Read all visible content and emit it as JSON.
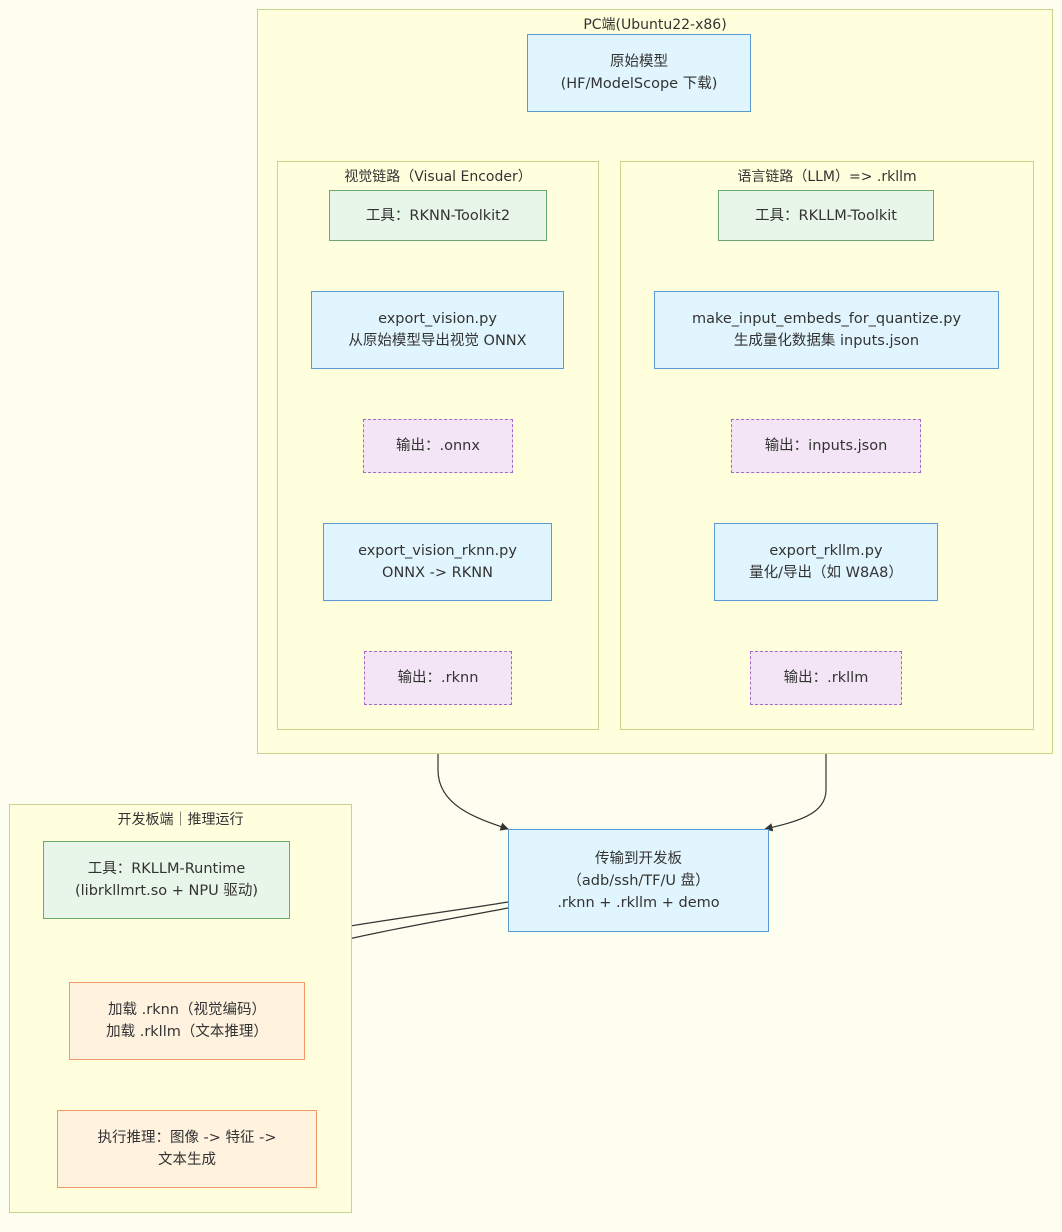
{
  "clusters": {
    "pc": {
      "title": "PC端(Ubuntu22-x86)"
    },
    "vision": {
      "title": "视觉链路（Visual Encoder）"
    },
    "llm": {
      "title": "语言链路（LLM）=> .rkllm"
    },
    "board": {
      "title": "开发板端｜推理运行"
    }
  },
  "nodes": {
    "origin": [
      "原始模型",
      "(HF/ModelScope 下载)"
    ],
    "v_tool": [
      "工具：RKNN-Toolkit2"
    ],
    "v_export": [
      "export_vision.py",
      "从原始模型导出视觉 ONNX"
    ],
    "v_onnx": [
      "输出：.onnx"
    ],
    "v_rknn_py": [
      "export_vision_rknn.py",
      "ONNX -> RKNN"
    ],
    "v_rknn": [
      "输出：.rknn"
    ],
    "l_tool": [
      "工具：RKLLM-Toolkit"
    ],
    "l_embed": [
      "make_input_embeds_for_quantize.py",
      "生成量化数据集 inputs.json"
    ],
    "l_json": [
      "输出：inputs.json"
    ],
    "l_export": [
      "export_rkllm.py",
      "量化/导出（如 W8A8）"
    ],
    "l_rkllm": [
      "输出：.rkllm"
    ],
    "transfer": [
      "传输到开发板",
      "（adb/ssh/TF/U 盘）",
      ".rknn + .rkllm + demo"
    ],
    "b_tool": [
      "工具：RKLLM-Runtime",
      "(librkllmrt.so + NPU 驱动)"
    ],
    "b_load": [
      "加载 .rknn（视觉编码）",
      "加载 .rkllm（文本推理）"
    ],
    "b_run": [
      "执行推理：图像 -> 特征 ->",
      "文本生成"
    ]
  },
  "colors": {
    "background": "#fdfdf0",
    "cluster_fill": "#ffffde",
    "cluster_border": "#c6d58b",
    "tool_fill": "#e8f5e9",
    "process_fill": "#e1f5fe",
    "output_fill": "#f3e5f5",
    "runtime_fill": "#fff3e0",
    "edge": "#333333"
  }
}
